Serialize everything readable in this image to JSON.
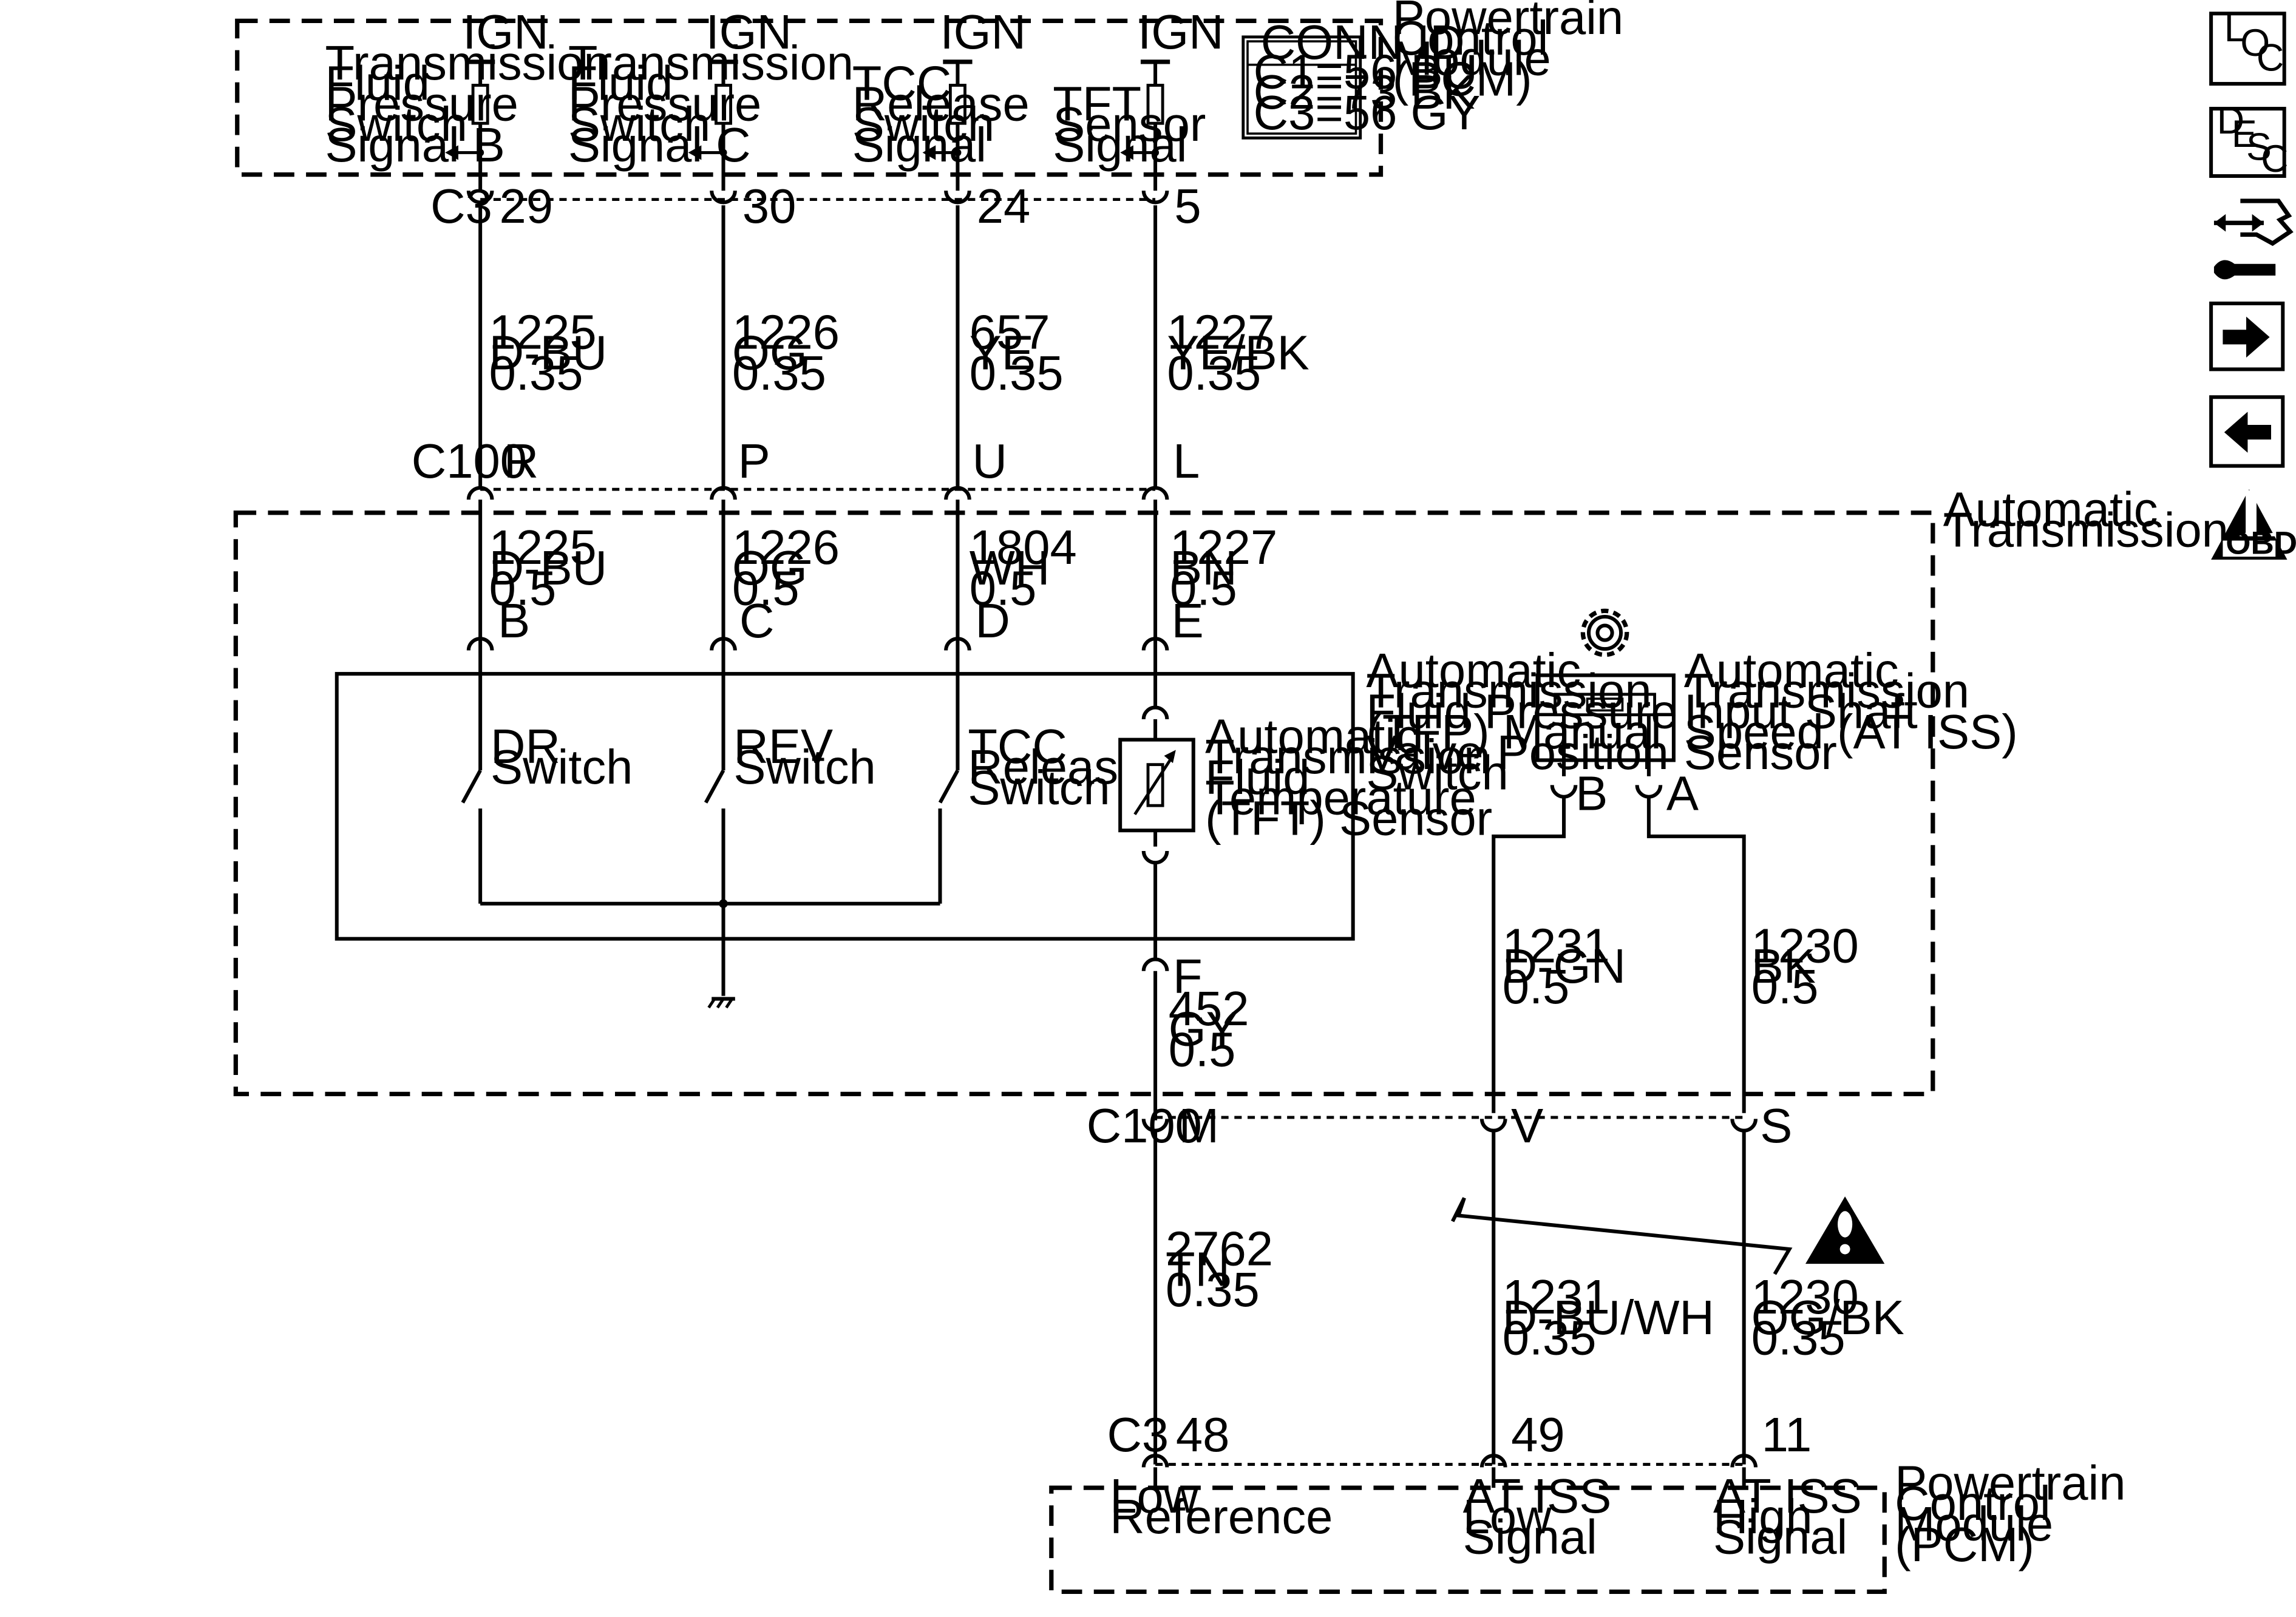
{
  "top_module": {
    "label": [
      "Powertrain",
      "Control",
      "Module",
      "(PCM)"
    ]
  },
  "conn_id": {
    "title": "CONN ID",
    "rows": [
      "C1=56 BU",
      "C2=73 BK",
      "C3=56 GY"
    ]
  },
  "ign_label": "IGN",
  "connectors": {
    "pcm_top": "C3",
    "c100_top": "C100",
    "c100_bottom": "C100",
    "pcm_bottom": "C3"
  },
  "circuits": [
    {
      "signal": [
        "Transmission",
        "Fluid",
        "Pressure",
        "Switch",
        "Signal B"
      ],
      "pcm_pin": "29",
      "upper_wire": [
        "1225",
        "D-BU",
        "0.35"
      ],
      "c100_pin": "R",
      "lower_wire": [
        "1225",
        "D-BU",
        "0.5"
      ],
      "trans_pin": "B"
    },
    {
      "signal": [
        "Transmission",
        "Fluid",
        "Pressure",
        "Switch",
        "Signal C"
      ],
      "pcm_pin": "30",
      "upper_wire": [
        "1226",
        "OG",
        "0.35"
      ],
      "c100_pin": "P",
      "lower_wire": [
        "1226",
        "OG",
        "0.5"
      ],
      "trans_pin": "C"
    },
    {
      "signal": [
        "TCC",
        "Release",
        "Switch",
        "Signal"
      ],
      "pcm_pin": "24",
      "upper_wire": [
        "657",
        "YE",
        "0.35"
      ],
      "c100_pin": "U",
      "lower_wire": [
        "1804",
        "WH",
        "0.5"
      ],
      "trans_pin": "D"
    },
    {
      "signal": [
        "TFT",
        "Sensor",
        "Signal"
      ],
      "pcm_pin": "5",
      "upper_wire": [
        "1227",
        "YE/BK",
        "0.35"
      ],
      "c100_pin": "L",
      "lower_wire": [
        "1227",
        "BN",
        "0.5"
      ],
      "trans_pin": "E"
    }
  ],
  "automatic_transmission": {
    "label": [
      "Automatic",
      "Transmission"
    ]
  },
  "tfp_switch": {
    "label": [
      "Automatic",
      "Transmission",
      "Fluid Pressure",
      "(TFP) Manual",
      "Valve Position",
      "Switch"
    ],
    "dr_switch": [
      "DR",
      "Switch"
    ],
    "rev_switch": [
      "REV",
      "Switch"
    ],
    "tcc_switch": [
      "TCC",
      "Release",
      "Switch"
    ]
  },
  "tft_sensor": {
    "label": [
      "Automatic",
      "Transmission",
      "Fluid",
      "Temperature",
      "(TFT) Sensor"
    ],
    "pin_out": "F",
    "wire": [
      "452",
      "GY",
      "0.5"
    ]
  },
  "iss_sensor": {
    "label": [
      "Automatic",
      "Transmission",
      "Input Shaft",
      "Speed (AT ISS)",
      "Sensor"
    ],
    "pin_b": "B",
    "pin_a": "A",
    "wire_b": [
      "1231",
      "D-GN",
      "0.5"
    ],
    "wire_a": [
      "1230",
      "BK",
      "0.5"
    ]
  },
  "bottom_circuits": [
    {
      "c100_pin": "M",
      "wire": [
        "2762",
        "TN",
        "0.35"
      ],
      "pcm_pin": "48",
      "signal": [
        "Low",
        "Reference"
      ]
    },
    {
      "c100_pin": "V",
      "wire": [
        "1231",
        "D-BU/WH",
        "0.35"
      ],
      "pcm_pin": "49",
      "signal": [
        "AT ISS",
        "Low",
        "Signal"
      ]
    },
    {
      "c100_pin": "S",
      "wire": [
        "1230",
        "OG/BK",
        "0.35"
      ],
      "pcm_pin": "11",
      "signal": [
        "AT ISS",
        "High",
        "Signal"
      ]
    }
  ],
  "bottom_module": {
    "label": [
      "Powertrain",
      "Control",
      "Module",
      "(PCM)"
    ]
  },
  "sidebar": {
    "loc": [
      "L",
      "O",
      "C"
    ],
    "desc": [
      "D",
      "E",
      "S",
      "C"
    ],
    "obd": "OBD II",
    "obd_numeral": "II",
    "icons": [
      "location-icon",
      "description-icon",
      "component-view-icon",
      "next-arrow-icon",
      "previous-arrow-icon",
      "obd-ii-icon"
    ]
  }
}
